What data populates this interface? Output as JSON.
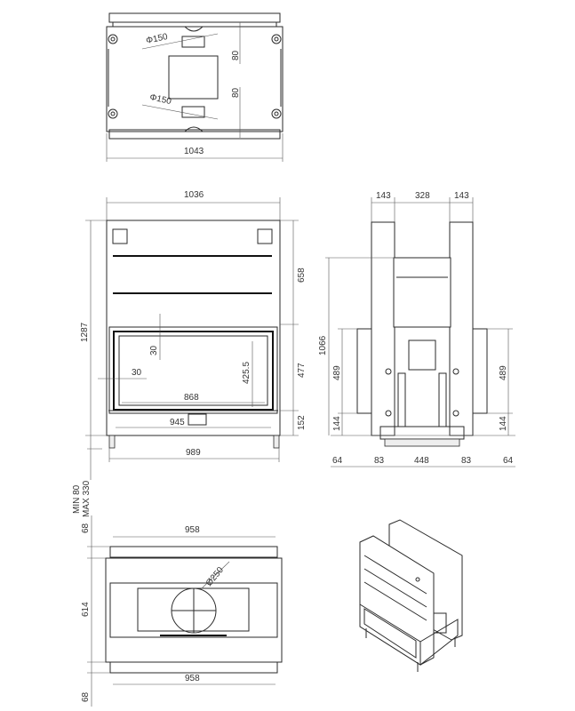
{
  "top_view": {
    "flue_top": "Φ150",
    "flue_bottom": "Φ150",
    "offset_top": "80",
    "offset_bottom": "80",
    "width": "1043"
  },
  "front_view": {
    "width_top": "1036",
    "height_total": "1287",
    "upper_height": "658",
    "door_height": "477",
    "base_height": "152",
    "frame_top": "30",
    "frame_left": "30",
    "glass_height": "425.5",
    "glass_width": "868",
    "inner_width": "945",
    "leg_span": "989",
    "leg_adjust": "MIN 80\nMAX 330",
    "leg_min": "MIN 80",
    "leg_max": "MAX 330"
  },
  "side_view": {
    "top_left": "143",
    "top_mid": "328",
    "top_right": "143",
    "height": "1066",
    "side_left": "489",
    "side_right": "489",
    "base_left": "144",
    "base_right": "144",
    "bottom": [
      "64",
      "83",
      "448",
      "83",
      "64"
    ]
  },
  "bottom_view": {
    "width_top": "958",
    "width_bottom": "958",
    "depth": "614",
    "offset_top": "68",
    "offset_bottom": "68",
    "flue": "Ø250"
  }
}
